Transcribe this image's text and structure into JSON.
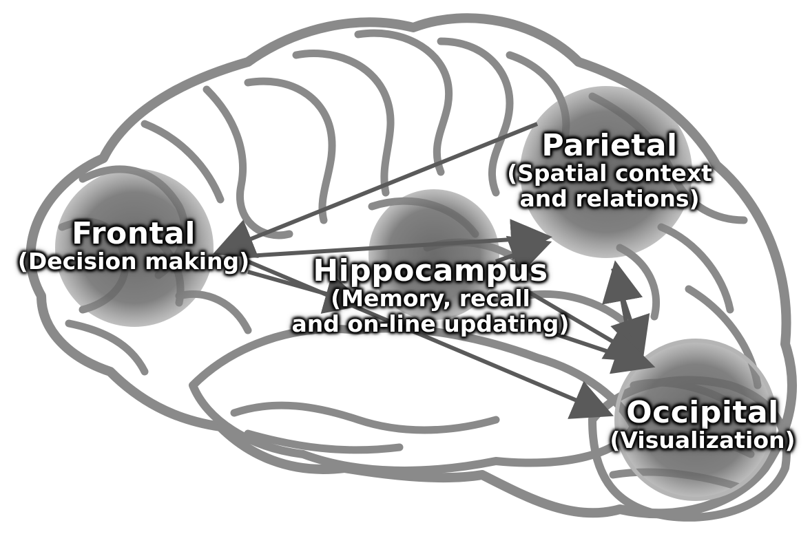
{
  "regions": {
    "frontal": {
      "name": "Frontal",
      "desc": [
        "(Decision making)"
      ]
    },
    "parietal": {
      "name": "Parietal",
      "desc": [
        "(Spatial context",
        "and relations)"
      ]
    },
    "hippocampus": {
      "name": "Hippocampus",
      "desc": [
        "(Memory, recall",
        "and on-line updating)"
      ]
    },
    "occipital": {
      "name": "Occipital",
      "desc": [
        "(Visualization)"
      ]
    }
  },
  "colors": {
    "outline": "#8a8a8a",
    "region_fill": "#6e6e6e",
    "arrow": "#5a5a5a",
    "label_text": "#ffffff"
  }
}
